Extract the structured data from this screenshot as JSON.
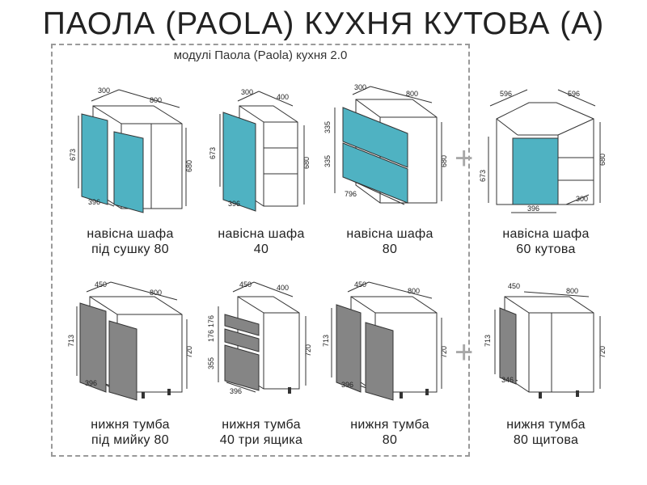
{
  "page": {
    "title": "ПАОЛА (PAOLA) КУХНЯ КУТОВА (А)",
    "subtitle": "модулі Паола (Paola) кухня 2.0",
    "plus_symbol": "+"
  },
  "colors": {
    "upper_door": "#4fb2c2",
    "lower_door": "#858585",
    "cabinet_line": "#333333",
    "frame": "#9a9a9a"
  },
  "modules": [
    {
      "caption_line1": "навісна шафа",
      "caption_line2": "під сушку 80",
      "dims": {
        "depth": "300",
        "width": "800",
        "height_left": "673",
        "height_right": "680",
        "door_width": "396"
      }
    },
    {
      "caption_line1": "навісна шафа",
      "caption_line2": "40",
      "dims": {
        "depth": "300",
        "width": "400",
        "height_left": "673",
        "height_right": "680",
        "door_width": "396"
      }
    },
    {
      "caption_line1": "навісна шафа",
      "caption_line2": "80",
      "dims": {
        "depth": "300",
        "width": "800",
        "height_top": "335",
        "height_bottom": "335",
        "height_right": "680",
        "door_width": "796"
      }
    },
    {
      "caption_line1": "навісна шафа",
      "caption_line2": "60 кутова",
      "dims": {
        "side_left": "596",
        "side_right": "596",
        "height_left": "673",
        "height_right": "680",
        "depth": "300",
        "door_width": "396"
      }
    },
    {
      "caption_line1": "нижня тумба",
      "caption_line2": "під мийку 80",
      "dims": {
        "depth": "450",
        "width": "800",
        "height_left": "713",
        "height_right": "720",
        "door_width": "396"
      }
    },
    {
      "caption_line1": "нижня тумба",
      "caption_line2": "40 три ящика",
      "dims": {
        "depth": "450",
        "width": "400",
        "drawer_top": "176",
        "drawer_mid": "176",
        "drawer_bottom": "355",
        "height_right": "720",
        "door_width": "396"
      }
    },
    {
      "caption_line1": "нижня тумба",
      "caption_line2": "80",
      "dims": {
        "depth": "450",
        "width": "800",
        "height_left": "713",
        "height_right": "720",
        "door_width": "396"
      }
    },
    {
      "caption_line1": "нижня тумба",
      "caption_line2": "80 щитова",
      "dims": {
        "depth": "450",
        "width": "800",
        "height_left": "713",
        "height_right": "720",
        "door_width": "346"
      }
    }
  ]
}
